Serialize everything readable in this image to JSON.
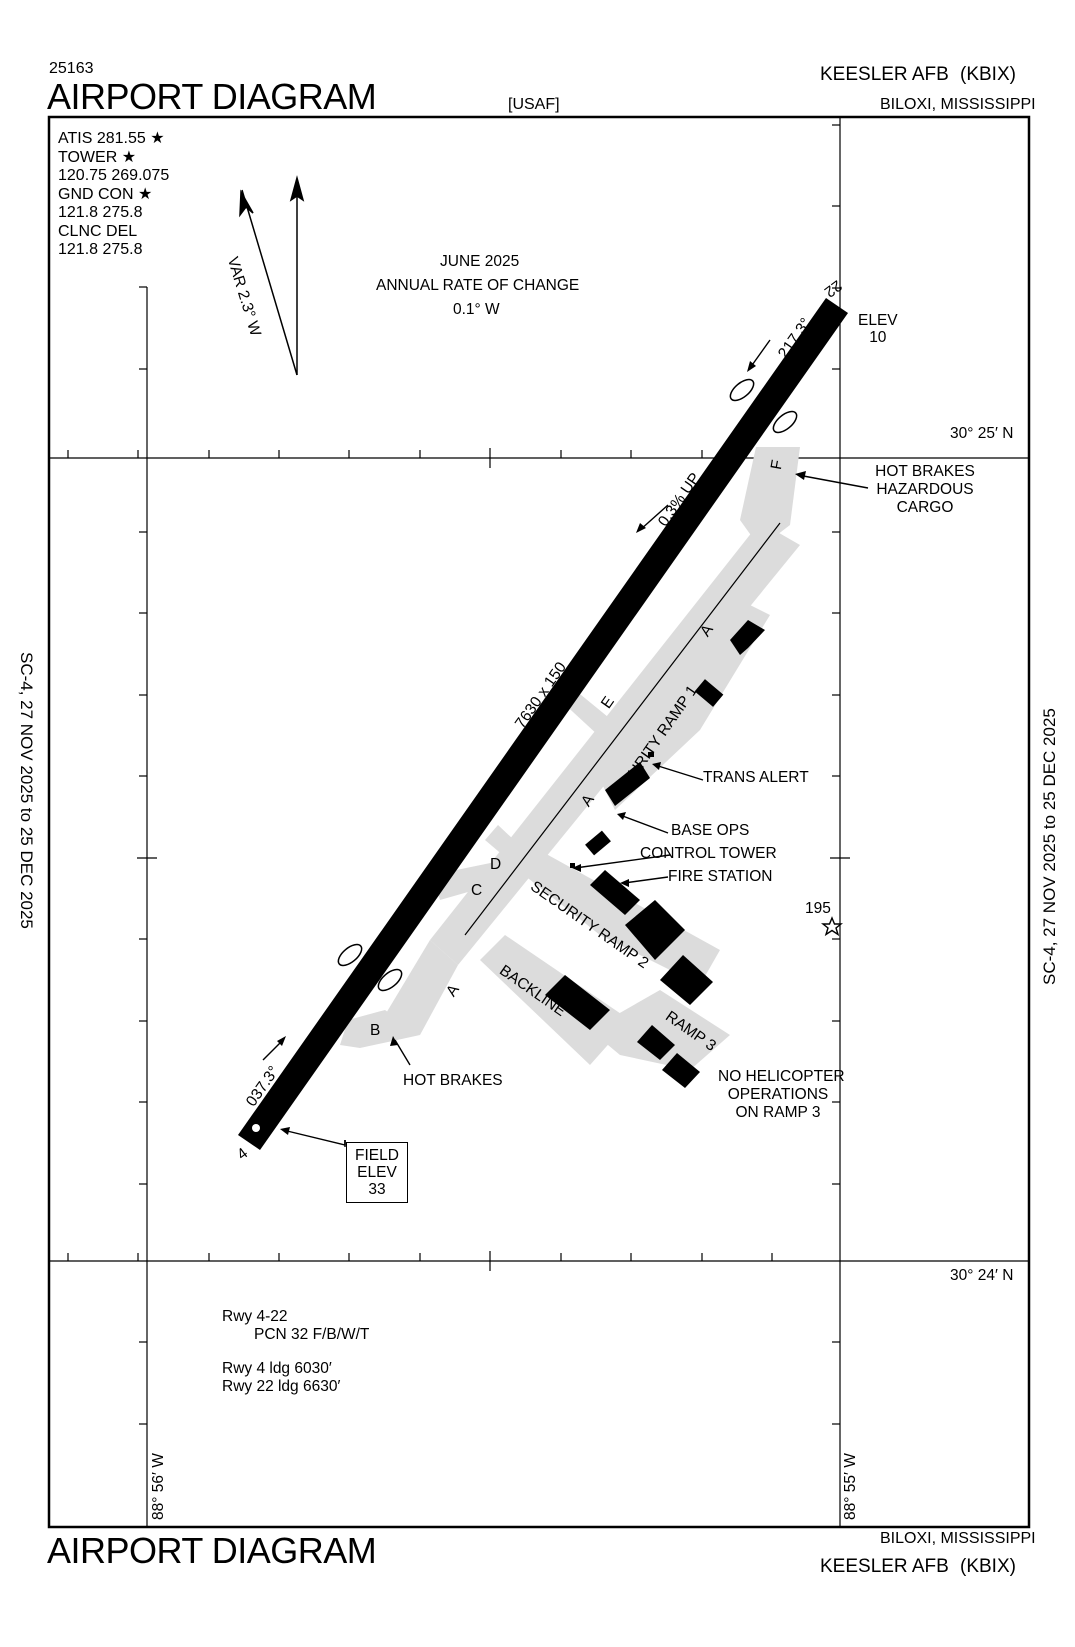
{
  "header": {
    "chart_number": "25163",
    "title": "AIRPORT DIAGRAM",
    "operator": "[USAF]",
    "airport": "KEESLER AFB",
    "ident": "(KBIX)",
    "location": "BILOXI, MISSISSIPPI"
  },
  "footer": {
    "title": "AIRPORT DIAGRAM",
    "location": "BILOXI, MISSISSIPPI",
    "airport": "KEESLER AFB",
    "ident": "(KBIX)"
  },
  "side_labels": {
    "left": "SC-4,  27 NOV 2025  to  25 DEC 2025",
    "right": "SC-4,  27 NOV 2025  to  25 DEC 2025"
  },
  "frequencies": {
    "atis": "ATIS  281.55",
    "tower": "TOWER",
    "tower_freq": "120.75  269.075",
    "gnd": "GND CON",
    "gnd_freq": "121.8  275.8",
    "clnc": "CLNC DEL",
    "clnc_freq": "121.8  275.8",
    "star": "★"
  },
  "variation": {
    "label": "VAR 2.3° W",
    "date": "JUNE 2025",
    "rate_title": "ANNUAL RATE OF CHANGE",
    "rate": "0.1° W"
  },
  "coordinates": {
    "lat_top": "30° 25′ N",
    "lat_bottom": "30° 24′ N",
    "lon_left": "88° 56′ W",
    "lon_right": "88° 55′ W"
  },
  "runway": {
    "designators": [
      "4",
      "22"
    ],
    "dimensions": "7630 x 150",
    "heading_22": "217.3°",
    "heading_4": "037.3°",
    "slope": "0.3% UP",
    "elev_22_label": "ELEV",
    "elev_22": "10",
    "field_elev_label_1": "FIELD",
    "field_elev_label_2": "ELEV",
    "field_elev": "33"
  },
  "taxiways": [
    "A",
    "A",
    "A",
    "B",
    "C",
    "D",
    "E",
    "F"
  ],
  "areas": {
    "security_ramp_1": "SECURITY RAMP 1",
    "security_ramp_2": "SECURITY RAMP 2",
    "ramp_3": "RAMP 3",
    "backline": "BACKLINE"
  },
  "annotations": {
    "trans_alert": "TRANS ALERT",
    "base_ops": "BASE OPS",
    "control_tower": "CONTROL TOWER",
    "fire_station": "FIRE STATION",
    "hot_brakes_lines": [
      "HOT BRAKES",
      "HAZARDOUS",
      "CARGO"
    ],
    "hot_brakes": "HOT BRAKES",
    "no_helo_lines": [
      "NO HELICOPTER",
      "OPERATIONS",
      "ON RAMP 3"
    ],
    "obstacle_height": "195"
  },
  "remarks": {
    "rwy": "Rwy 4-22",
    "pcn": "PCN 32 F/B/W/T",
    "ldg_4": "Rwy 4 ldg 6030′",
    "ldg_22": "Rwy 22 ldg 6630′"
  }
}
